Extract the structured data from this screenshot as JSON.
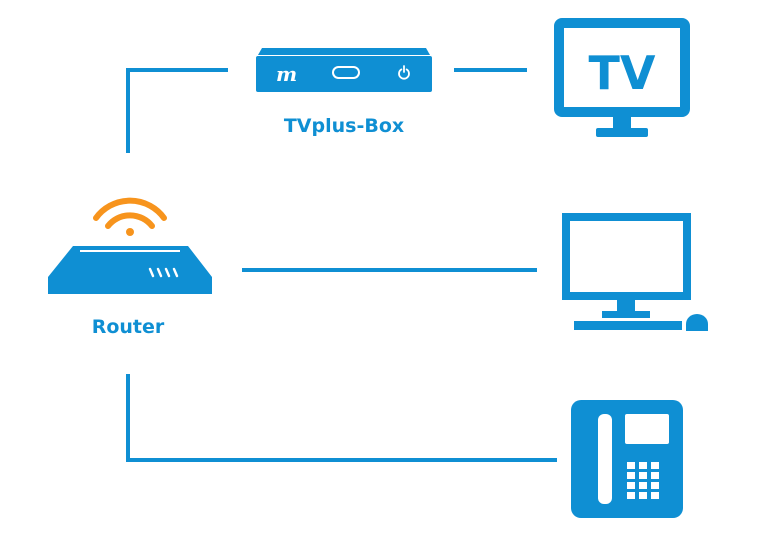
{
  "colors": {
    "primary": "#0f8fd3",
    "accent": "#f7941d",
    "background": "#ffffff"
  },
  "nodes": {
    "router": {
      "label": "Router",
      "icon": "router-icon"
    },
    "tvplus_box": {
      "label": "TVplus-Box",
      "icon": "set-top-box-icon"
    },
    "tv": {
      "screen_text": "TV",
      "icon": "tv-icon"
    },
    "computer": {
      "icon": "desktop-computer-icon"
    },
    "phone": {
      "icon": "desk-phone-icon"
    }
  },
  "connections": [
    {
      "from": "router",
      "to": "tvplus_box"
    },
    {
      "from": "tvplus_box",
      "to": "tv"
    },
    {
      "from": "router",
      "to": "computer"
    },
    {
      "from": "router",
      "to": "phone"
    }
  ]
}
